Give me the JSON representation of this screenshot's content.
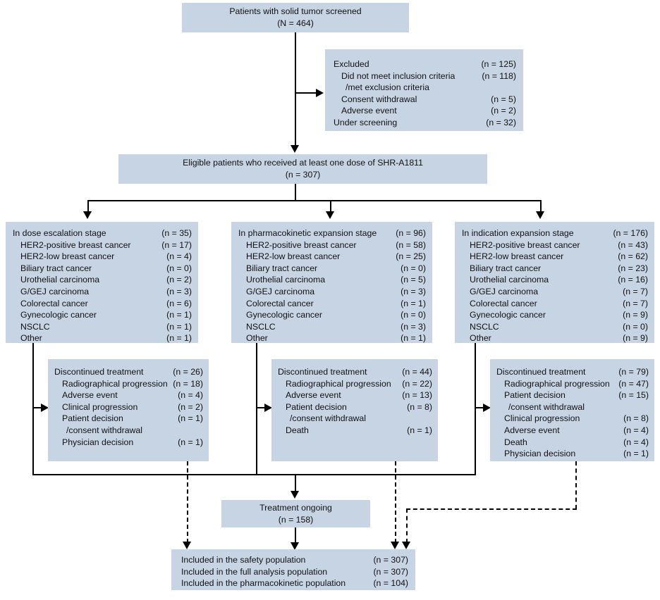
{
  "figure": {
    "type": "consort-flow-diagram",
    "box_fill": "#c7d4e4",
    "line_color": "#000000"
  },
  "screened": {
    "title": "Patients with solid tumor screened",
    "count": "(N = 464)"
  },
  "excluded": {
    "rows": [
      {
        "label": "Excluded",
        "n": "(n = 125)",
        "indent": 0
      },
      {
        "label": "Did not meet inclusion criteria",
        "n": "(n = 118)",
        "indent": 1
      },
      {
        "label": "/met exclusion criteria",
        "n": "",
        "indent": 2
      },
      {
        "label": "Consent withdrawal",
        "n": "(n = 5)",
        "indent": 1
      },
      {
        "label": "Adverse event",
        "n": "(n = 2)",
        "indent": 1
      },
      {
        "label": "Under screening",
        "n": "(n = 32)",
        "indent": 0
      }
    ]
  },
  "eligible": {
    "title": "Eligible patients who received at least one dose of SHR-A1811",
    "count": "(n = 307)"
  },
  "stages": [
    {
      "name": "dose-escalation",
      "rows": [
        {
          "label": "In dose escalation stage",
          "n": "(n = 35)",
          "indent": 0
        },
        {
          "label": "HER2-positive breast cancer",
          "n": "(n = 17)",
          "indent": 1
        },
        {
          "label": "HER2-low breast cancer",
          "n": "(n = 4)",
          "indent": 1
        },
        {
          "label": "Biliary tract cancer",
          "n": "(n = 0)",
          "indent": 1
        },
        {
          "label": "Urothelial carcinoma",
          "n": "(n = 2)",
          "indent": 1
        },
        {
          "label": "G/GEJ carcinoma",
          "n": "(n = 3)",
          "indent": 1
        },
        {
          "label": "Colorectal cancer",
          "n": "(n = 6)",
          "indent": 1
        },
        {
          "label": "Gynecologic cancer",
          "n": "(n = 1)",
          "indent": 1
        },
        {
          "label": "NSCLC",
          "n": "(n = 1)",
          "indent": 1
        },
        {
          "label": "Other",
          "n": "(n = 1)",
          "indent": 1
        }
      ]
    },
    {
      "name": "pharmacokinetic-expansion",
      "rows": [
        {
          "label": "In pharmacokinetic expansion stage",
          "n": "(n = 96)",
          "indent": 0
        },
        {
          "label": "HER2-positive breast cancer",
          "n": "(n = 58)",
          "indent": 1
        },
        {
          "label": "HER2-low breast cancer",
          "n": "(n = 25)",
          "indent": 1
        },
        {
          "label": "Biliary tract cancer",
          "n": "(n = 0)",
          "indent": 1
        },
        {
          "label": "Urothelial carcinoma",
          "n": "(n = 5)",
          "indent": 1
        },
        {
          "label": "G/GEJ carcinoma",
          "n": "(n = 3)",
          "indent": 1
        },
        {
          "label": "Colorectal cancer",
          "n": "(n = 1)",
          "indent": 1
        },
        {
          "label": "Gynecologic cancer",
          "n": "(n = 0)",
          "indent": 1
        },
        {
          "label": "NSCLC",
          "n": "(n = 3)",
          "indent": 1
        },
        {
          "label": "Other",
          "n": "(n = 1)",
          "indent": 1
        }
      ]
    },
    {
      "name": "indication-expansion",
      "rows": [
        {
          "label": "In indication expansion stage",
          "n": "(n = 176)",
          "indent": 0
        },
        {
          "label": "HER2-positive breast cancer",
          "n": "(n = 43)",
          "indent": 1
        },
        {
          "label": "HER2-low breast cancer",
          "n": "(n = 62)",
          "indent": 1
        },
        {
          "label": "Biliary tract cancer",
          "n": "(n = 23)",
          "indent": 1
        },
        {
          "label": "Urothelial carcinoma",
          "n": "(n = 16)",
          "indent": 1
        },
        {
          "label": "G/GEJ carcinoma",
          "n": "(n = 7)",
          "indent": 1
        },
        {
          "label": "Colorectal cancer",
          "n": "(n = 7)",
          "indent": 1
        },
        {
          "label": "Gynecologic cancer",
          "n": "(n = 9)",
          "indent": 1
        },
        {
          "label": "NSCLC",
          "n": "(n = 0)",
          "indent": 1
        },
        {
          "label": "Other",
          "n": "(n = 9)",
          "indent": 1
        }
      ]
    }
  ],
  "discontinued": [
    {
      "name": "discontinued-dose-escalation",
      "rows": [
        {
          "label": "Discontinued treatment",
          "n": "(n = 26)",
          "indent": 0
        },
        {
          "label": "Radiographical progression",
          "n": "(n = 18)",
          "indent": 1
        },
        {
          "label": "Adverse event",
          "n": "(n = 4)",
          "indent": 1
        },
        {
          "label": "Clinical progression",
          "n": "(n = 2)",
          "indent": 1
        },
        {
          "label": "Patient decision",
          "n": "(n = 1)",
          "indent": 1
        },
        {
          "label": "/consent withdrawal",
          "n": "",
          "indent": 2
        },
        {
          "label": "Physician decision",
          "n": "(n = 1)",
          "indent": 1
        }
      ]
    },
    {
      "name": "discontinued-pharmacokinetic-expansion",
      "rows": [
        {
          "label": "Discontinued treatment",
          "n": "(n = 44)",
          "indent": 0
        },
        {
          "label": "Radiographical progression",
          "n": "(n = 22)",
          "indent": 1
        },
        {
          "label": "Adverse event",
          "n": "(n = 13)",
          "indent": 1
        },
        {
          "label": "Patient decision",
          "n": "(n = 8)",
          "indent": 1
        },
        {
          "label": "/consent withdrawal",
          "n": "",
          "indent": 2
        },
        {
          "label": "Death",
          "n": "(n = 1)",
          "indent": 1
        }
      ]
    },
    {
      "name": "discontinued-indication-expansion",
      "rows": [
        {
          "label": "Discontinued treatment",
          "n": "(n = 79)",
          "indent": 0
        },
        {
          "label": "Radiographical progression",
          "n": "(n = 47)",
          "indent": 1
        },
        {
          "label": "Patient decision",
          "n": "(n = 15)",
          "indent": 1
        },
        {
          "label": "/consent withdrawal",
          "n": "",
          "indent": 2
        },
        {
          "label": "Clinical progression",
          "n": "(n = 8)",
          "indent": 1
        },
        {
          "label": "Adverse event",
          "n": "(n = 4)",
          "indent": 1
        },
        {
          "label": "Death",
          "n": "(n = 4)",
          "indent": 1
        },
        {
          "label": "Physician decision",
          "n": "(n = 1)",
          "indent": 1
        }
      ]
    }
  ],
  "ongoing": {
    "title": "Treatment ongoing",
    "count": "(n = 158)"
  },
  "populations": {
    "rows": [
      {
        "label": "Included in the safety population",
        "n": "(n = 307)",
        "indent": 0
      },
      {
        "label": "Included in the full analysis population",
        "n": "(n = 307)",
        "indent": 0
      },
      {
        "label": "Included in the pharmacokinetic population",
        "n": "(n = 104)",
        "indent": 0
      }
    ]
  }
}
